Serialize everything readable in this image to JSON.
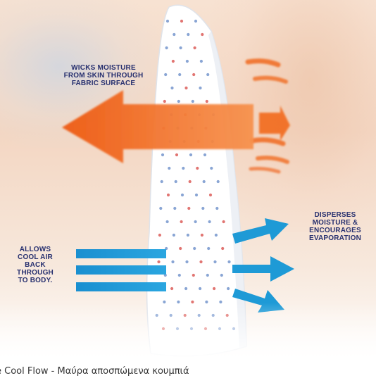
{
  "labels": {
    "wicks": "WICKS MOISTURE\nFROM SKIN THROUGH\nFABRIC SURFACE",
    "allows": "ALLOWS\nCOOL AIR\nBACK\nTHROUGH\nTO BODY.",
    "disperses": "DISPERSES\nMOISTURE &\nENCOURAGES\nEVAPORATION"
  },
  "caption": "e Cool Flow - Μαύρα αποσπώμενα κουμπιά",
  "colors": {
    "orange_arrow": "#f26a1b",
    "blue_arrow": "#1e9ad6",
    "label_text": "#27306f",
    "fabric": "#ffffff",
    "dot_blue": "#6b8fc9",
    "dot_red": "#d9534f"
  }
}
